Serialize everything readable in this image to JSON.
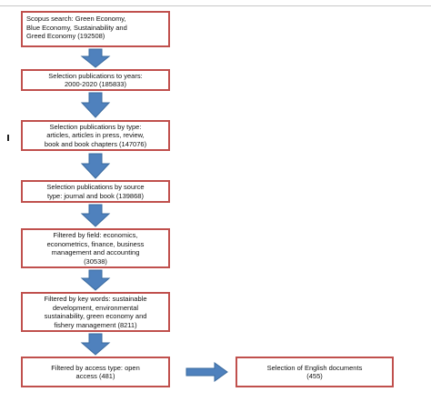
{
  "flowchart": {
    "colors": {
      "border": "#c0504d",
      "arrow": "#4f81bd"
    },
    "steps": [
      {
        "lines": [
          "Scopus search: Green Economy,",
          "Blue Economy, Sustainability and",
          "Greed Economy (192508)"
        ]
      },
      {
        "lines": [
          "Selection publications to years:",
          "2000-2020 (185833)"
        ]
      },
      {
        "lines": [
          "Selection publications by type:",
          "articles, articles in press, review,",
          "book and book chapters (147076)"
        ]
      },
      {
        "lines": [
          "Selection publications by source",
          "type: journal and book (139868)"
        ]
      },
      {
        "lines": [
          "Filtered by field: economics,",
          "econometrics, finance, business",
          "management and accounting",
          "(30538)"
        ]
      },
      {
        "lines": [
          "Filtered by key words: sustainable",
          "development, environmental",
          "sustainability, green economy and",
          "fishery management (8211)"
        ]
      },
      {
        "lines": [
          "Filtered by access type: open",
          "access (481)"
        ]
      },
      {
        "lines": [
          "Selection of English documents",
          "(455)"
        ]
      }
    ]
  }
}
